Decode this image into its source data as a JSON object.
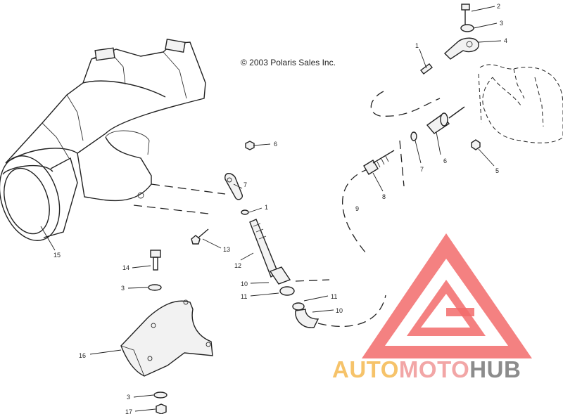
{
  "copyright": "© 2003 Polaris Sales Inc.",
  "watermark": {
    "word_part1": "AUTO",
    "word_part2": "MOTO",
    "word_part3": "HUB",
    "colors": {
      "part1": "#f6c36a",
      "part2": "#f2a6a6",
      "part3": "#8c8c8c",
      "logo": "#f26b6b"
    }
  },
  "callouts": {
    "c1_top": "1",
    "c2_top": "2",
    "c3_top": "3",
    "c4_top": "4",
    "c5_right": "5",
    "c6_right": "6",
    "c7_right": "7",
    "c8_right": "8",
    "c9_cable": "9",
    "c6_mid": "6",
    "c7_mid": "7",
    "c1_mid": "1",
    "c13": "13",
    "c12": "12",
    "c10_mid": "10",
    "c11_mid": "11",
    "c11_lower": "11",
    "c10_lower": "10",
    "c15": "15",
    "c14": "14",
    "c3_mid": "3",
    "c16": "16",
    "c3_bottom": "3",
    "c17": "17"
  }
}
